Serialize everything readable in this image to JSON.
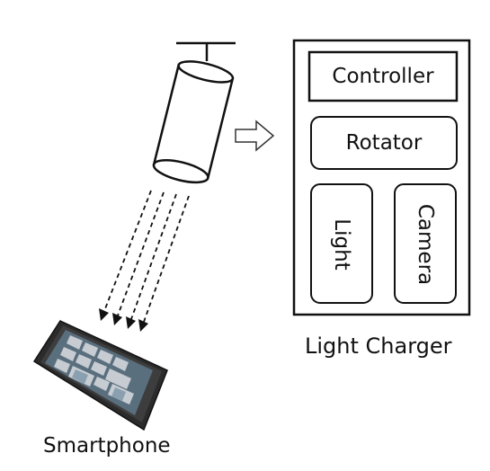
{
  "charger": {
    "caption": "Light Charger",
    "modules": {
      "controller": "Controller",
      "rotator": "Rotator",
      "light": "Light",
      "camera": "Camera"
    }
  },
  "phone": {
    "caption": "Smartphone"
  },
  "icons": {
    "lamp": "lamp-icon",
    "arrow": "right-arrow-icon",
    "phone": "smartphone-icon",
    "beam": "light-beam-icon"
  },
  "colors": {
    "stroke": "#111111",
    "phone_body": "#2b2b2b",
    "phone_screen": "#5a6f7e"
  }
}
